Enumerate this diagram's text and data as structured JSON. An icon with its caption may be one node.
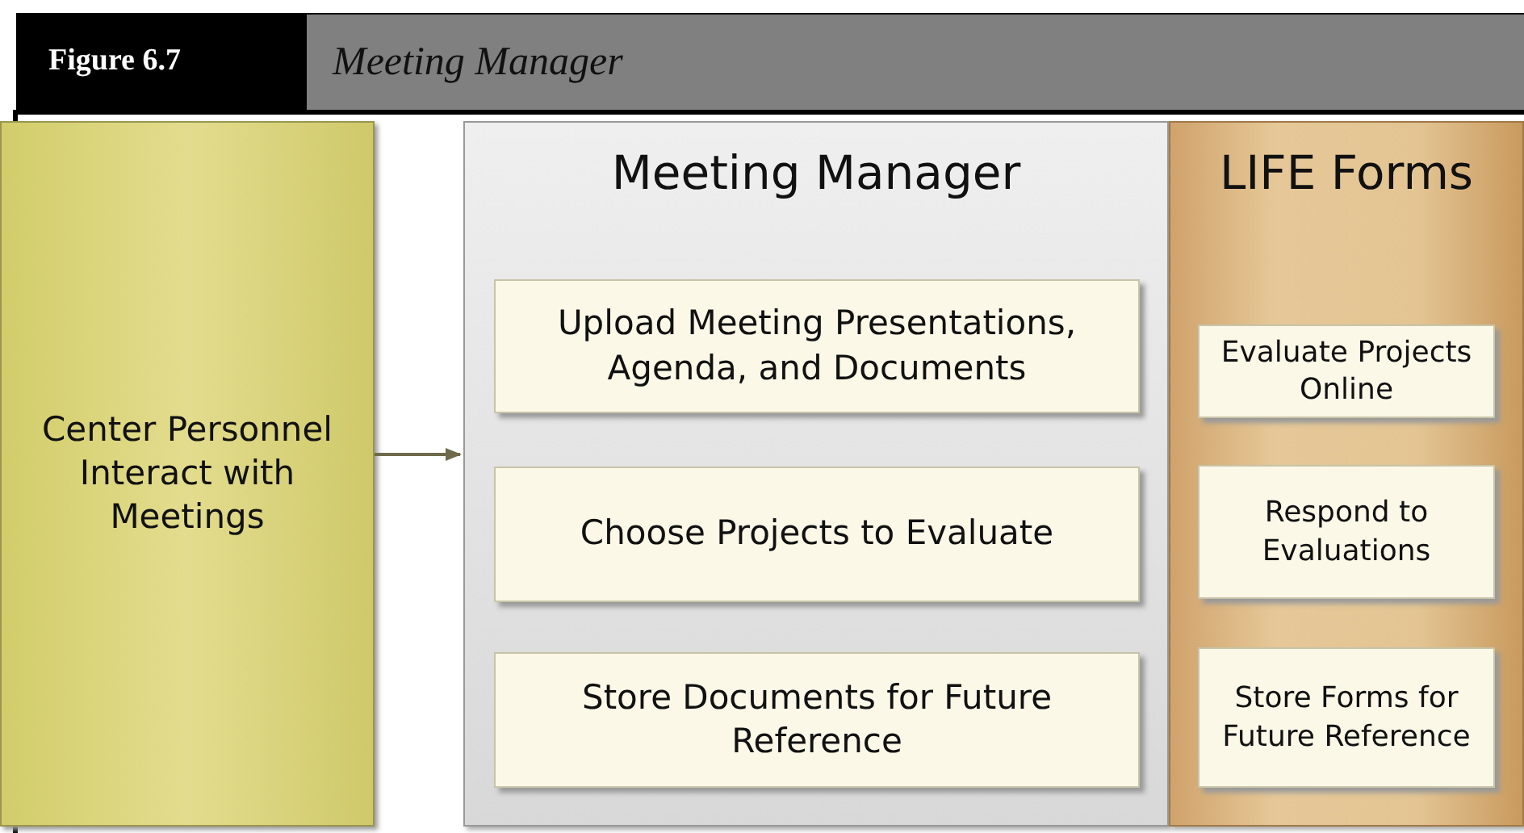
{
  "diagram": {
    "title": "Meeting Manager",
    "labels": [
      "Figure 6.7"
    ],
    "nodes": [
      {
        "text": [
          "Center Personnel Interact with Meetings"
        ]
      },
      {
        "text": [
          "Meeting Manager"
        ]
      },
      {
        "text": [
          "Upload Meeting Presentations, Agenda, and Documents"
        ],
        "in": 1
      },
      {
        "text": [
          "Choose Projects to Evaluate"
        ],
        "in": 1
      },
      {
        "text": [
          "Store Documents for Future Reference"
        ],
        "in": 1
      },
      {
        "text": [
          "LIFE Forms"
        ]
      },
      {
        "text": [
          "Evaluate Projects Online"
        ],
        "in": 5
      },
      {
        "text": [
          "Respond to Evaluations"
        ],
        "in": 5
      },
      {
        "text": [
          "Store Forms for Future Reference"
        ],
        "in": 5
      }
    ],
    "edges": [
      {
        "from": 0,
        "to": 1,
        "arrow": "to"
      }
    ]
  }
}
